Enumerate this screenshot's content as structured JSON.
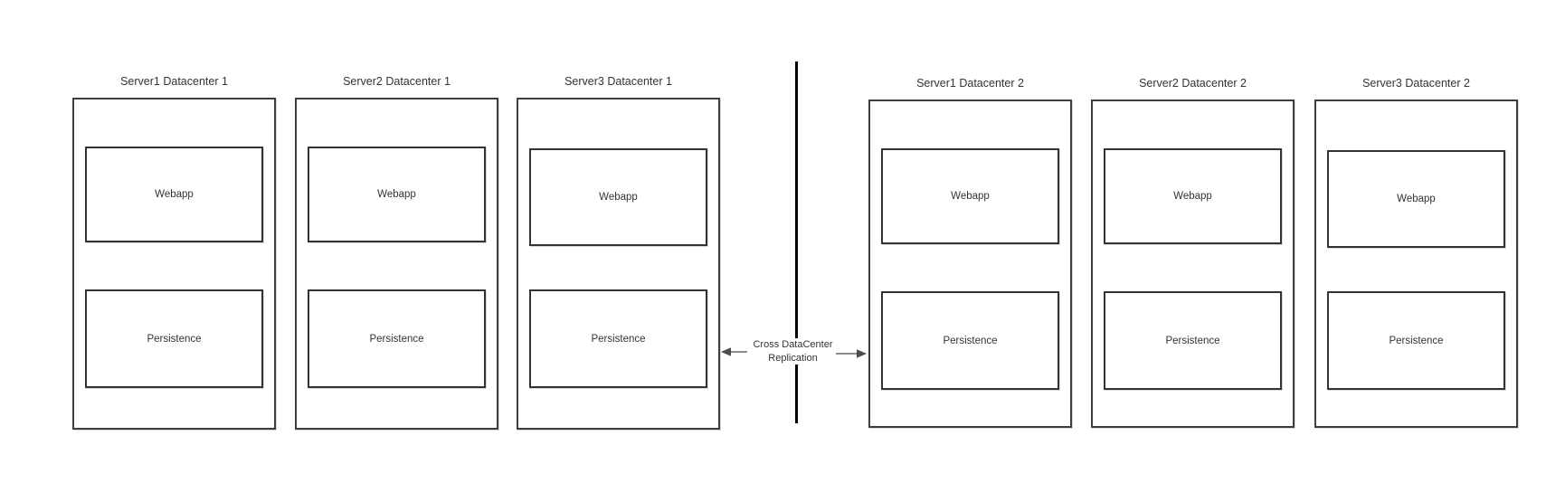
{
  "diagram": {
    "datacenters": [
      {
        "servers": [
          {
            "title": "Server1 Datacenter 1",
            "webapp_label": "Webapp",
            "persistence_label": "Persistence"
          },
          {
            "title": "Server2 Datacenter 1",
            "webapp_label": "Webapp",
            "persistence_label": "Persistence"
          },
          {
            "title": "Server3 Datacenter 1",
            "webapp_label": "Webapp",
            "persistence_label": "Persistence"
          }
        ]
      },
      {
        "servers": [
          {
            "title": "Server1 Datacenter 2",
            "webapp_label": "Webapp",
            "persistence_label": "Persistence"
          },
          {
            "title": "Server2 Datacenter 2",
            "webapp_label": "Webapp",
            "persistence_label": "Persistence"
          },
          {
            "title": "Server3 Datacenter 2",
            "webapp_label": "Webapp",
            "persistence_label": "Persistence"
          }
        ]
      }
    ],
    "replication_label": {
      "line1": "Cross DataCenter",
      "line2": "Replication"
    },
    "colors": {
      "background": "#ffffff",
      "box_border": "#3d3d3d",
      "inner_box_border": "#333333",
      "divider": "#000000",
      "arrow_shaft": "#8c8c8c",
      "arrow_head": "#4d4d4d",
      "text": "#333333"
    }
  }
}
